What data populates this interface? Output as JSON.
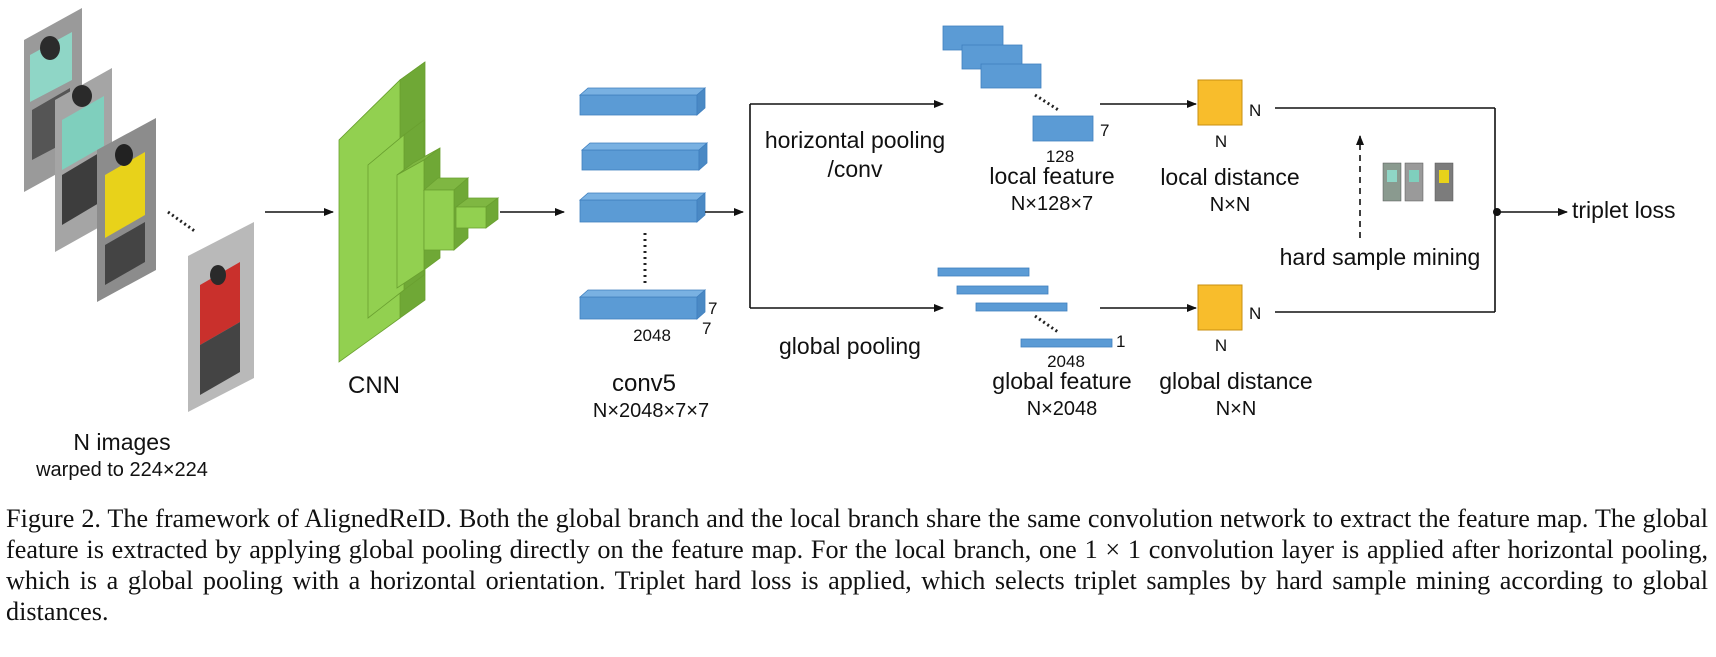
{
  "labels": {
    "n_images": "N images",
    "warped": "warped to 224×224",
    "cnn": "CNN",
    "conv5": "conv5",
    "conv5_dims": "N×2048×7×7",
    "dim_2048": "2048",
    "dim_7": "7",
    "horizontal_pooling_1": "horizontal pooling",
    "horizontal_pooling_2": "/conv",
    "global_pooling": "global pooling",
    "local_dim_128": "128",
    "local_dim_7": "7",
    "local_feature": "local feature",
    "local_feature_dims": "N×128×7",
    "global_dim_2048": "2048",
    "global_dim_1": "1",
    "global_feature": "global feature",
    "global_feature_dims": "N×2048",
    "local_distance": "local distance",
    "global_distance": "global distance",
    "n": "N",
    "nxn": "N×N",
    "hard_sample_mining": "hard sample mining",
    "triplet_loss": "triplet loss"
  },
  "caption": "Figure 2. The framework of AlignedReID. Both the global branch and the local branch share the same convolution network to extract the feature map. The global feature is extracted by applying global pooling directly on the feature map. For the local branch, one 1 × 1 convolution layer is applied after horizontal pooling, which is a global pooling with a horizontal orientation. Triplet hard loss is applied, which selects triplet samples by hard sample mining according to global distances.",
  "colors": {
    "cnn_green": "#92d050",
    "feature_blue": "#5b9bd5",
    "distance_yellow": "#f8bd2c"
  }
}
